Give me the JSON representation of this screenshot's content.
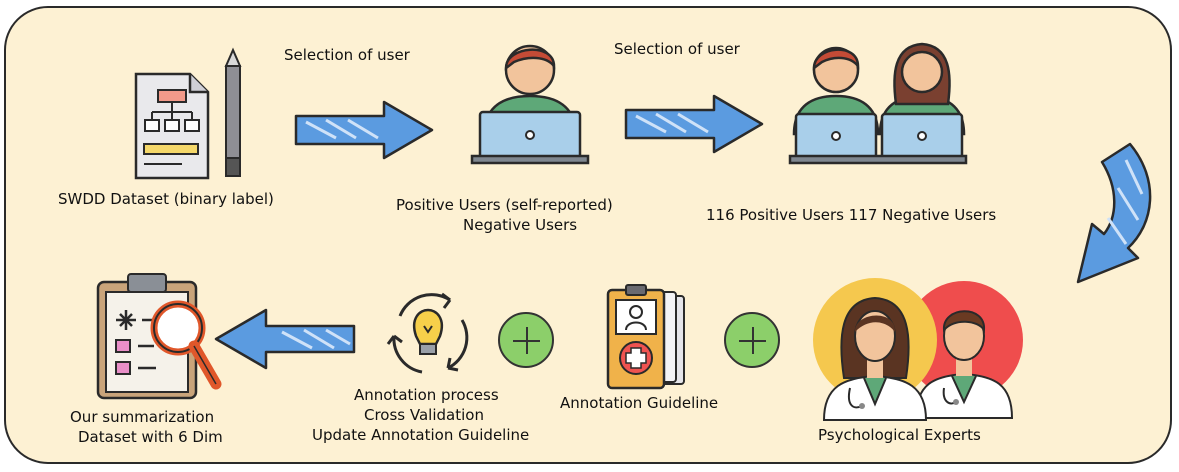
{
  "top_row": {
    "dataset_label": "SWDD Dataset (binary label)",
    "selection_label_1": "Selection of user",
    "selection_label_2": "Selection of user",
    "users_label_line1": "Positive Users (self-reported)",
    "users_label_line2": "Negative Users",
    "counts_label": "116 Positive Users 117 Negative Users"
  },
  "bottom_row": {
    "experts_label": "Psychological Experts",
    "guideline_label": "Annotation Guideline",
    "process_label_line1": "Annotation process",
    "process_label_line2": "Cross Validation",
    "process_label_line3": "Update Annotation Guideline",
    "output_label_line1": "Our summarization",
    "output_label_line2": "Dataset with 6 Dim"
  },
  "colors": {
    "background": "#fdf1d3",
    "arrow_blue": "#5b9be0",
    "plus_green": "#8ccf6a",
    "shirt_green": "#5ea878",
    "skin": "#f2c49c",
    "hair_red": "#c44b36",
    "hair_brown": "#7a4030",
    "expert_yellow": "#f5c84e",
    "expert_red": "#ef4d4d"
  },
  "icons": [
    "document-flowchart-icon",
    "pencil-icon",
    "user-laptop-icon",
    "two-users-laptop-icon",
    "curved-arrow-icon",
    "female-doctor-icon",
    "male-doctor-icon",
    "plus-icon",
    "clipboard-medical-icon",
    "lightbulb-cycle-icon",
    "clipboard-magnifier-icon"
  ]
}
